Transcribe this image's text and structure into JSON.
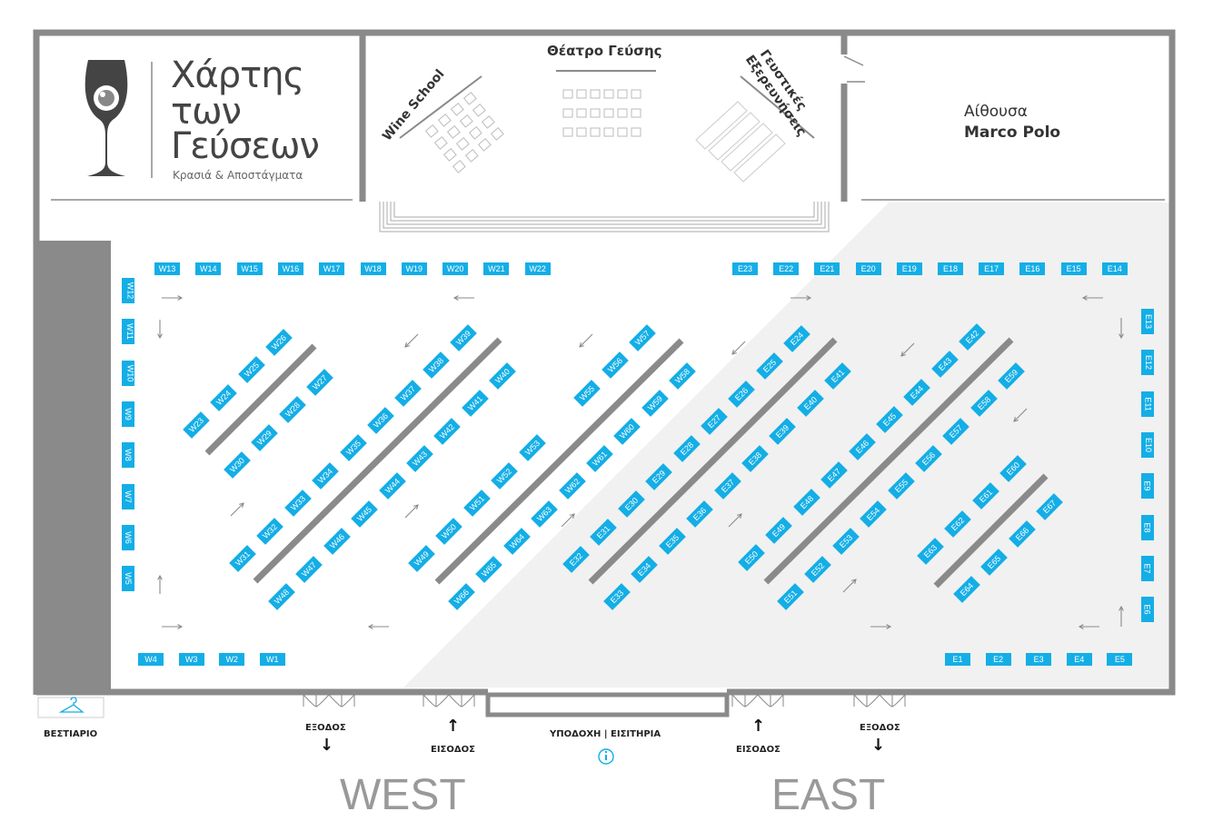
{
  "logo": {
    "title_line1": "Χάρτης",
    "title_line2": "των",
    "title_line3": "Γεύσεων",
    "subtitle": "Κρασιά & Αποστάγματα",
    "icon": "wine-glass-icon"
  },
  "rooms": {
    "theatre": "Θέατρο Γεύσης",
    "wine_school": "Wine School",
    "explorations_line1": "Γευστικές",
    "explorations_line2": "Εξερευνήσεις",
    "hall_line1": "Αίθουσα",
    "hall_line2": "Marco Polo"
  },
  "facilities": {
    "cloakroom": "ΒΕΣΤΙΑΡΙΟ",
    "cloakroom_icon": "hanger-icon",
    "reception": "ΥΠΟΔΟΧΗ | ΕΙΣΙΤΗΡΙΑ",
    "info_icon": "info-icon",
    "exit": "ΕΞΟΔΟΣ",
    "entrance": "ΕΙΣΟΔΟΣ"
  },
  "zones": {
    "west": "WEST",
    "east": "EAST"
  },
  "colors": {
    "booth": "#14aee6",
    "wall": "#8a8a8a",
    "east_zone": "#f1f1f1"
  },
  "booths": {
    "west_top": [
      "W13",
      "W14",
      "W15",
      "W16",
      "W17",
      "W18",
      "W19",
      "W20",
      "W21",
      "W22"
    ],
    "west_left": [
      "W12",
      "W11",
      "W10",
      "W9",
      "W8",
      "W7",
      "W6",
      "W5"
    ],
    "west_bottom": [
      "W4",
      "W3",
      "W2",
      "W1"
    ],
    "east_top": [
      "E23",
      "E22",
      "E21",
      "E20",
      "E19",
      "E18",
      "E17",
      "E16",
      "E15",
      "E14"
    ],
    "east_right": [
      "E13",
      "E12",
      "E11",
      "E10",
      "E9",
      "E8",
      "E7",
      "E6"
    ],
    "east_bottom": [
      "E1",
      "E2",
      "E3",
      "E4",
      "E5"
    ],
    "diagonal_rows": [
      {
        "upper": [
          "W23",
          "W24",
          "W25",
          "W26"
        ],
        "lower": [
          "W30",
          "W29",
          "W28",
          "W27"
        ]
      },
      {
        "upper": [
          "W31",
          "W32",
          "W33",
          "W34",
          "W35",
          "W36",
          "W37",
          "W38",
          "W39"
        ],
        "lower": [
          "W48",
          "W47",
          "W46",
          "W45",
          "W44",
          "W43",
          "W42",
          "W41",
          "W40"
        ]
      },
      {
        "upper": [
          "W49",
          "W50",
          "W51",
          "W52",
          "W53",
          "W55",
          "W56",
          "W57"
        ],
        "lower": [
          "W66",
          "W65",
          "W64",
          "W63",
          "W62",
          "W61",
          "W60",
          "W59",
          "W58"
        ]
      },
      {
        "upper": [
          "E32",
          "E31",
          "E30",
          "E29",
          "E28",
          "E27",
          "E26",
          "E25",
          "E24"
        ],
        "lower": [
          "E33",
          "E34",
          "E35",
          "E36",
          "E37",
          "E38",
          "E39",
          "E40",
          "E41"
        ]
      },
      {
        "upper": [
          "E50",
          "E49",
          "E48",
          "E47",
          "E46",
          "E45",
          "E44",
          "E43",
          "E42"
        ],
        "lower": [
          "E51",
          "E52",
          "E53",
          "E54",
          "E55",
          "E56",
          "E57",
          "E58",
          "E59"
        ]
      },
      {
        "upper": [
          "E63",
          "E62",
          "E61",
          "E60"
        ],
        "lower": [
          "E64",
          "E65",
          "E66",
          "E67"
        ]
      }
    ]
  }
}
